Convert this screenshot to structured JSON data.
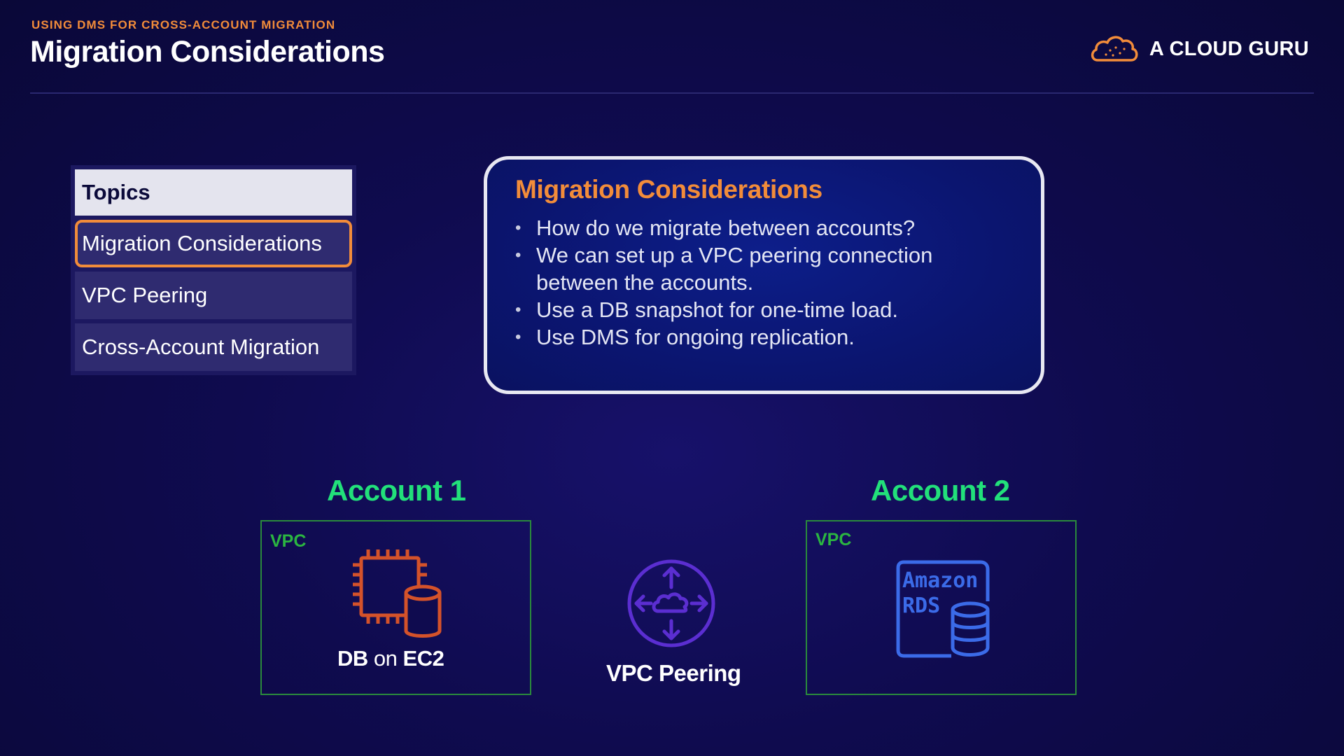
{
  "header": {
    "kicker": "USING DMS FOR CROSS-ACCOUNT MIGRATION",
    "title": "Migration Considerations",
    "brand_name": "A CLOUD GURU",
    "brand_icon": "cloud-logo-icon"
  },
  "topics": {
    "header": "Topics",
    "items": [
      {
        "label": "Migration Considerations",
        "active": true
      },
      {
        "label": "VPC Peering",
        "active": false
      },
      {
        "label": "Cross-Account Migration",
        "active": false
      }
    ]
  },
  "callout": {
    "title": "Migration Considerations",
    "bullets": [
      "How do we migrate between accounts?",
      "We can set up a VPC peering connection between the accounts.",
      "Use a DB snapshot for one-time load.",
      "Use DMS for ongoing replication."
    ]
  },
  "diagram": {
    "account1": {
      "label": "Account 1",
      "vpc_tag": "VPC",
      "service_bold_1": "DB",
      "service_connector": "on",
      "service_bold_2": "EC2",
      "icon": "ec2-database-icon"
    },
    "peering": {
      "label": "VPC Peering",
      "icon": "vpc-peering-icon"
    },
    "account2": {
      "label": "Account 2",
      "vpc_tag": "VPC",
      "icon_text_line1": "Amazon",
      "icon_text_line2": "RDS",
      "icon": "amazon-rds-icon"
    }
  },
  "colors": {
    "accent_orange": "#f28c3a",
    "account_green": "#22e07a",
    "vpc_green": "#2bb541",
    "ec2_orange": "#d4522a",
    "peering_purple": "#5b2ed1",
    "rds_blue": "#3b6be8"
  }
}
